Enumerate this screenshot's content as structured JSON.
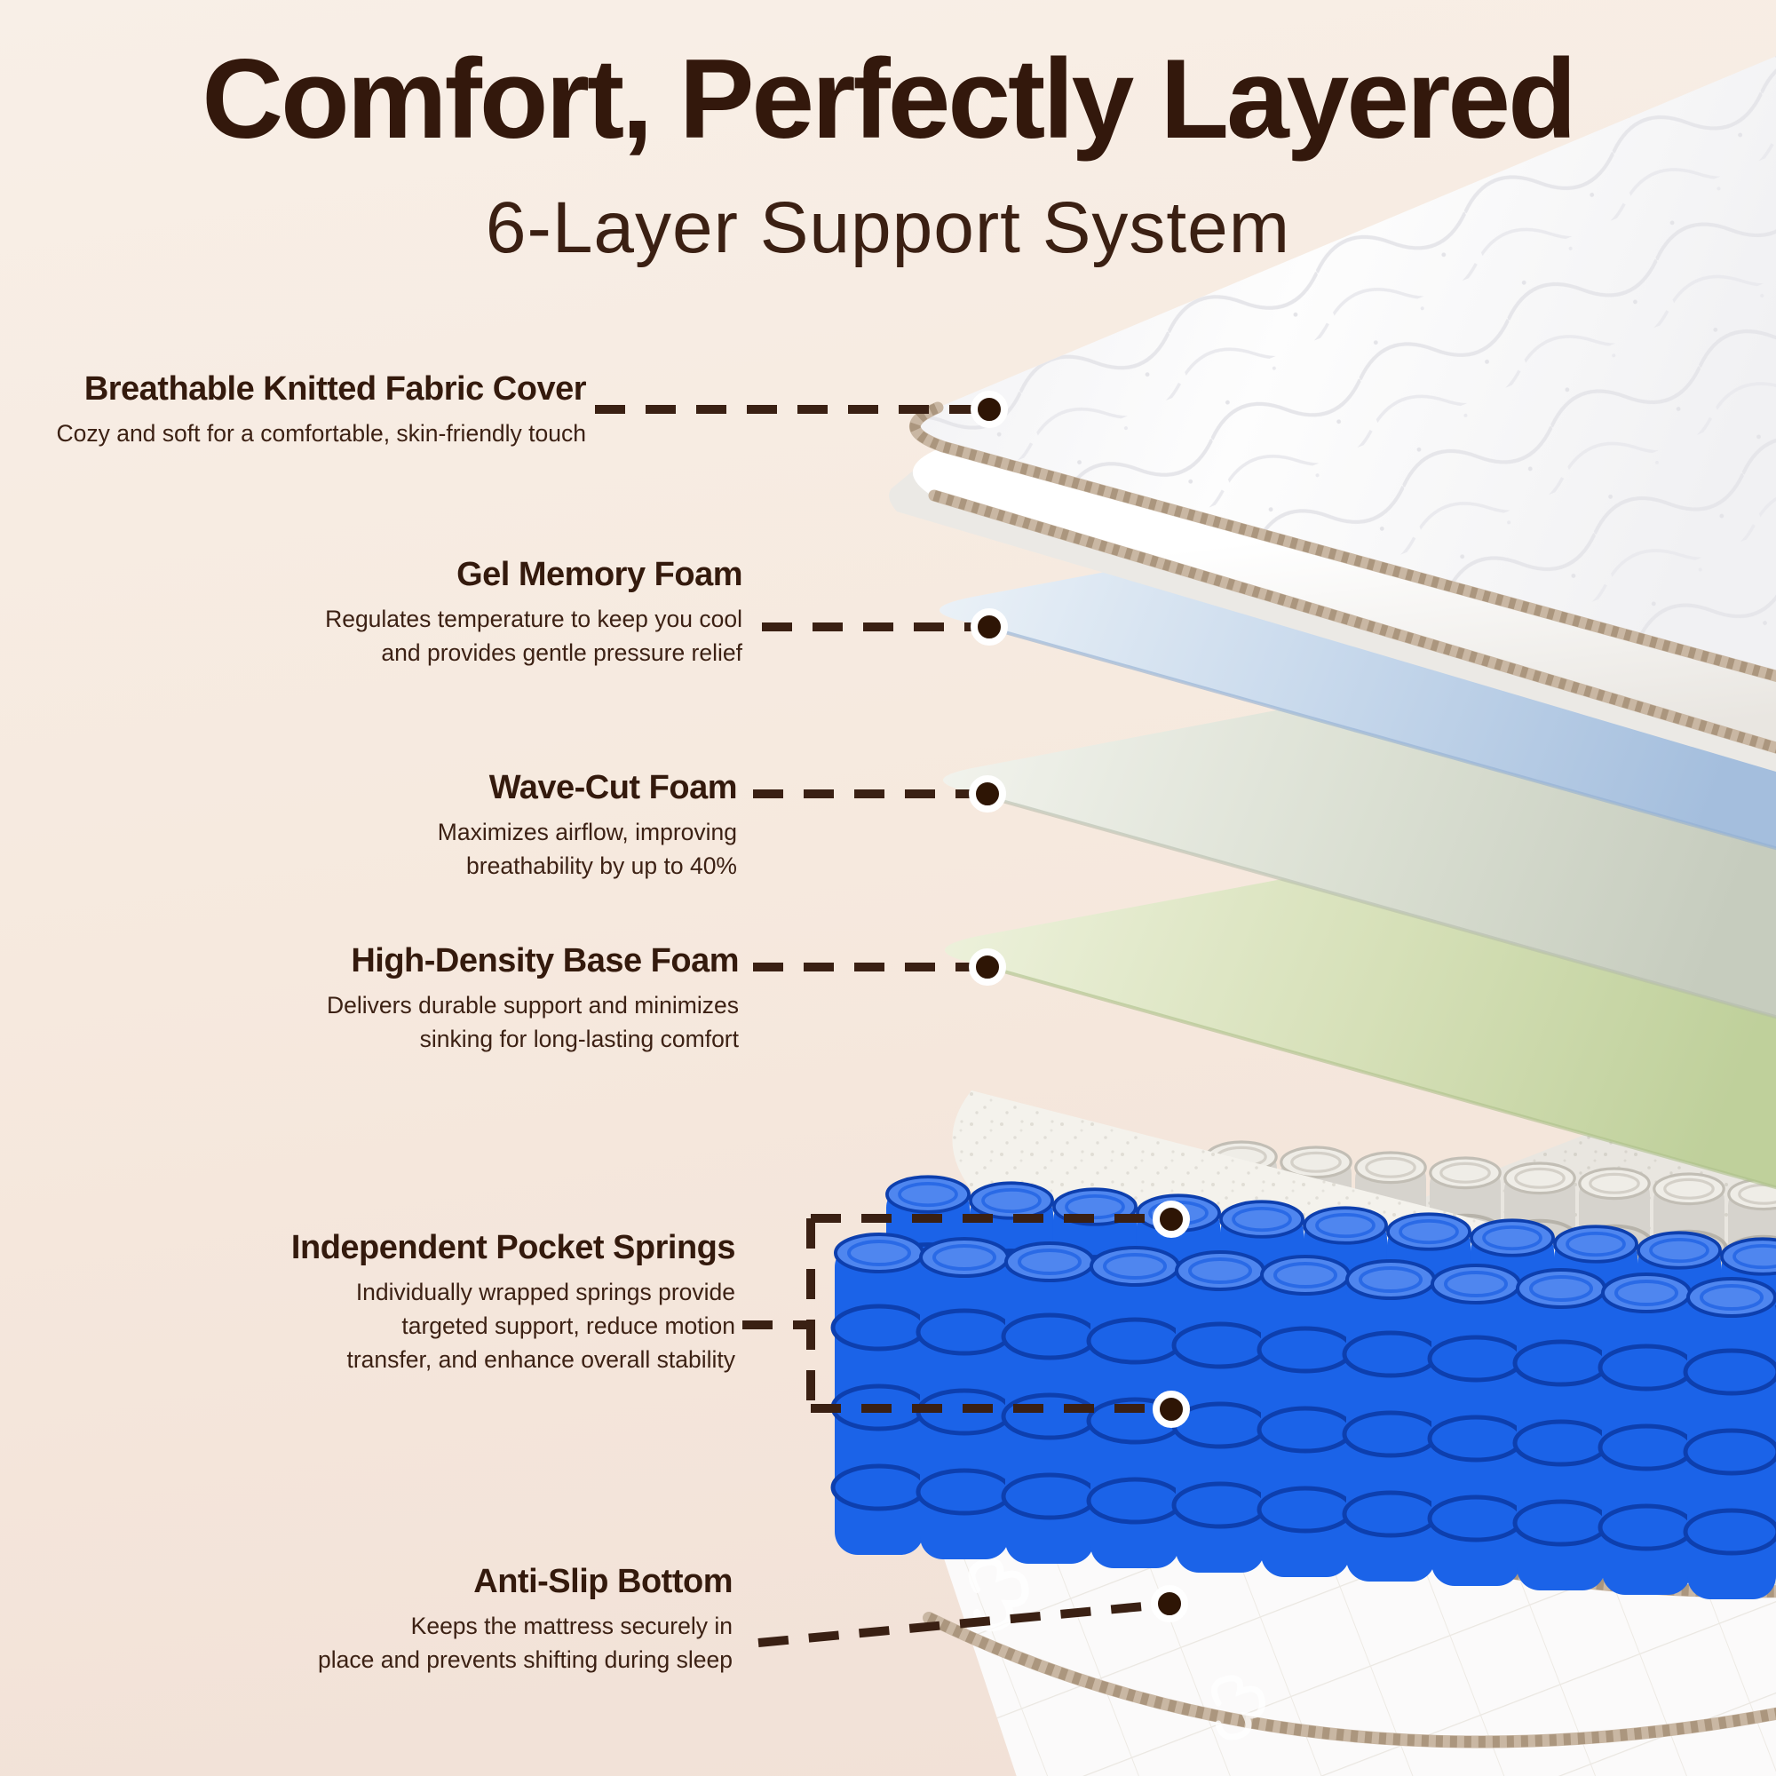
{
  "header": {
    "title": "Comfort, Perfectly Layered",
    "subtitle": "6-Layer Support System"
  },
  "layers": [
    {
      "title": "Breathable Knitted Fabric Cover",
      "lines": [
        "Cozy and soft for a comfortable, skin-friendly touch"
      ]
    },
    {
      "title": "Gel Memory Foam",
      "lines": [
        "Regulates temperature to keep you cool",
        "and provides gentle pressure relief"
      ]
    },
    {
      "title": "Wave-Cut Foam",
      "lines": [
        "Maximizes airflow, improving",
        "breathability by up to 40%"
      ]
    },
    {
      "title": "High-Density Base Foam",
      "lines": [
        "Delivers durable support and minimizes",
        "sinking for long-lasting comfort"
      ]
    },
    {
      "title": "Independent Pocket Springs",
      "lines": [
        "Individually wrapped springs provide",
        "targeted support, reduce motion",
        "transfer, and enhance overall stability"
      ]
    },
    {
      "title": "Anti-Slip Bottom",
      "lines": [
        "Keeps the mattress securely in",
        "place and prevents shifting during sleep"
      ]
    }
  ],
  "colors": {
    "background_top": "#f8efe7",
    "background_bottom": "#f1e0d6",
    "heading_text": "#33180c",
    "body_text": "#3c2114",
    "leader_line": "#3a2013",
    "leader_dot": "#2e1505",
    "spring_blue": "#1b63e8",
    "spring_gray": "#d6d3cd",
    "gel_foam": "#a4bedd",
    "wave_cut_foam": "#c6ccbe",
    "base_foam_green": "#bfd09b",
    "felt_pad": "#f4f2ec",
    "piping_tan": "#c9b7a3",
    "mattress_white": "#fdfdfd"
  }
}
